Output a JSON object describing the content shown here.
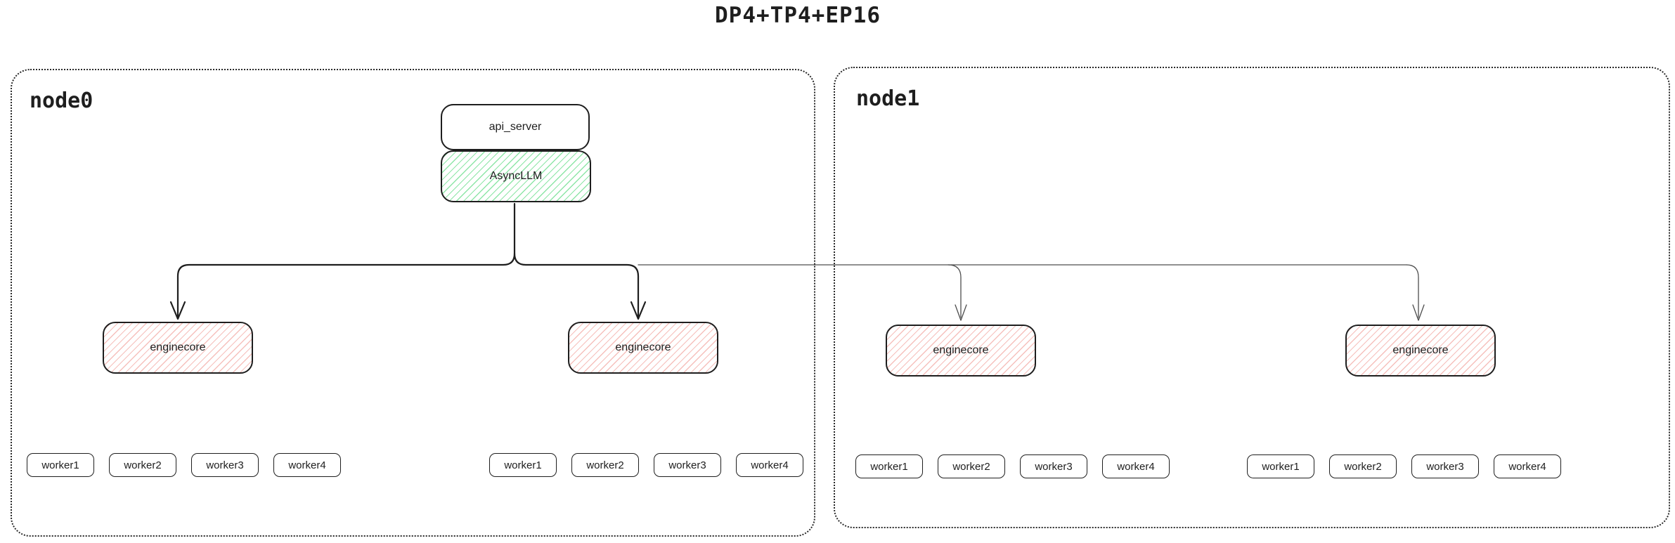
{
  "title": "DP4+TP4+EP16",
  "colors": {
    "ink": "#1e1e1e",
    "thin_edge": "#4d4d4d",
    "green_hatch": "#8ee6a7",
    "pink_hatch": "#f6c0bc"
  },
  "nodes": [
    {
      "label": "node0",
      "api_server_label": "api_server",
      "async_llm_label": "AsyncLLM",
      "enginecores": [
        "enginecore",
        "enginecore"
      ],
      "worker_groups": [
        {
          "workers": [
            "worker1",
            "worker2",
            "worker3",
            "worker4"
          ]
        },
        {
          "workers": [
            "worker1",
            "worker2",
            "worker3",
            "worker4"
          ]
        }
      ]
    },
    {
      "label": "node1",
      "enginecores": [
        "enginecore",
        "enginecore"
      ],
      "worker_groups": [
        {
          "workers": [
            "worker1",
            "worker2",
            "worker3",
            "worker4"
          ]
        },
        {
          "workers": [
            "worker1",
            "worker2",
            "worker3",
            "worker4"
          ]
        }
      ]
    }
  ]
}
